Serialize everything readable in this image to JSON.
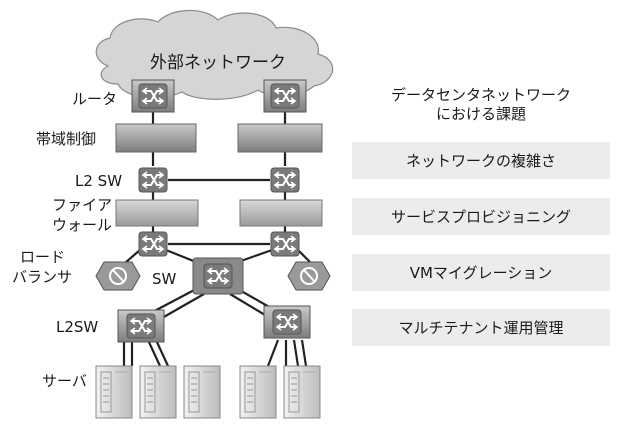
{
  "diagram": {
    "cloud_label": "外部ネットワーク",
    "device_labels": {
      "router": "ルータ",
      "bandwidth_control": "帯域制御",
      "l2sw_top": "L2 SW",
      "firewall_line1": "ファイア",
      "firewall_line2": "ウォール",
      "load_balancer_line1": "ロード",
      "load_balancer_line2": "バランサ",
      "sw": "SW",
      "l2sw_bottom": "L2SW",
      "server": "サーバ"
    }
  },
  "panel": {
    "title_line1": "データセンタネットワーク",
    "title_line2": "における課題",
    "issues": [
      "ネットワークの複雑さ",
      "サービスプロビジョニング",
      "VMマイグレーション",
      "マルチテナント運用管理"
    ]
  }
}
